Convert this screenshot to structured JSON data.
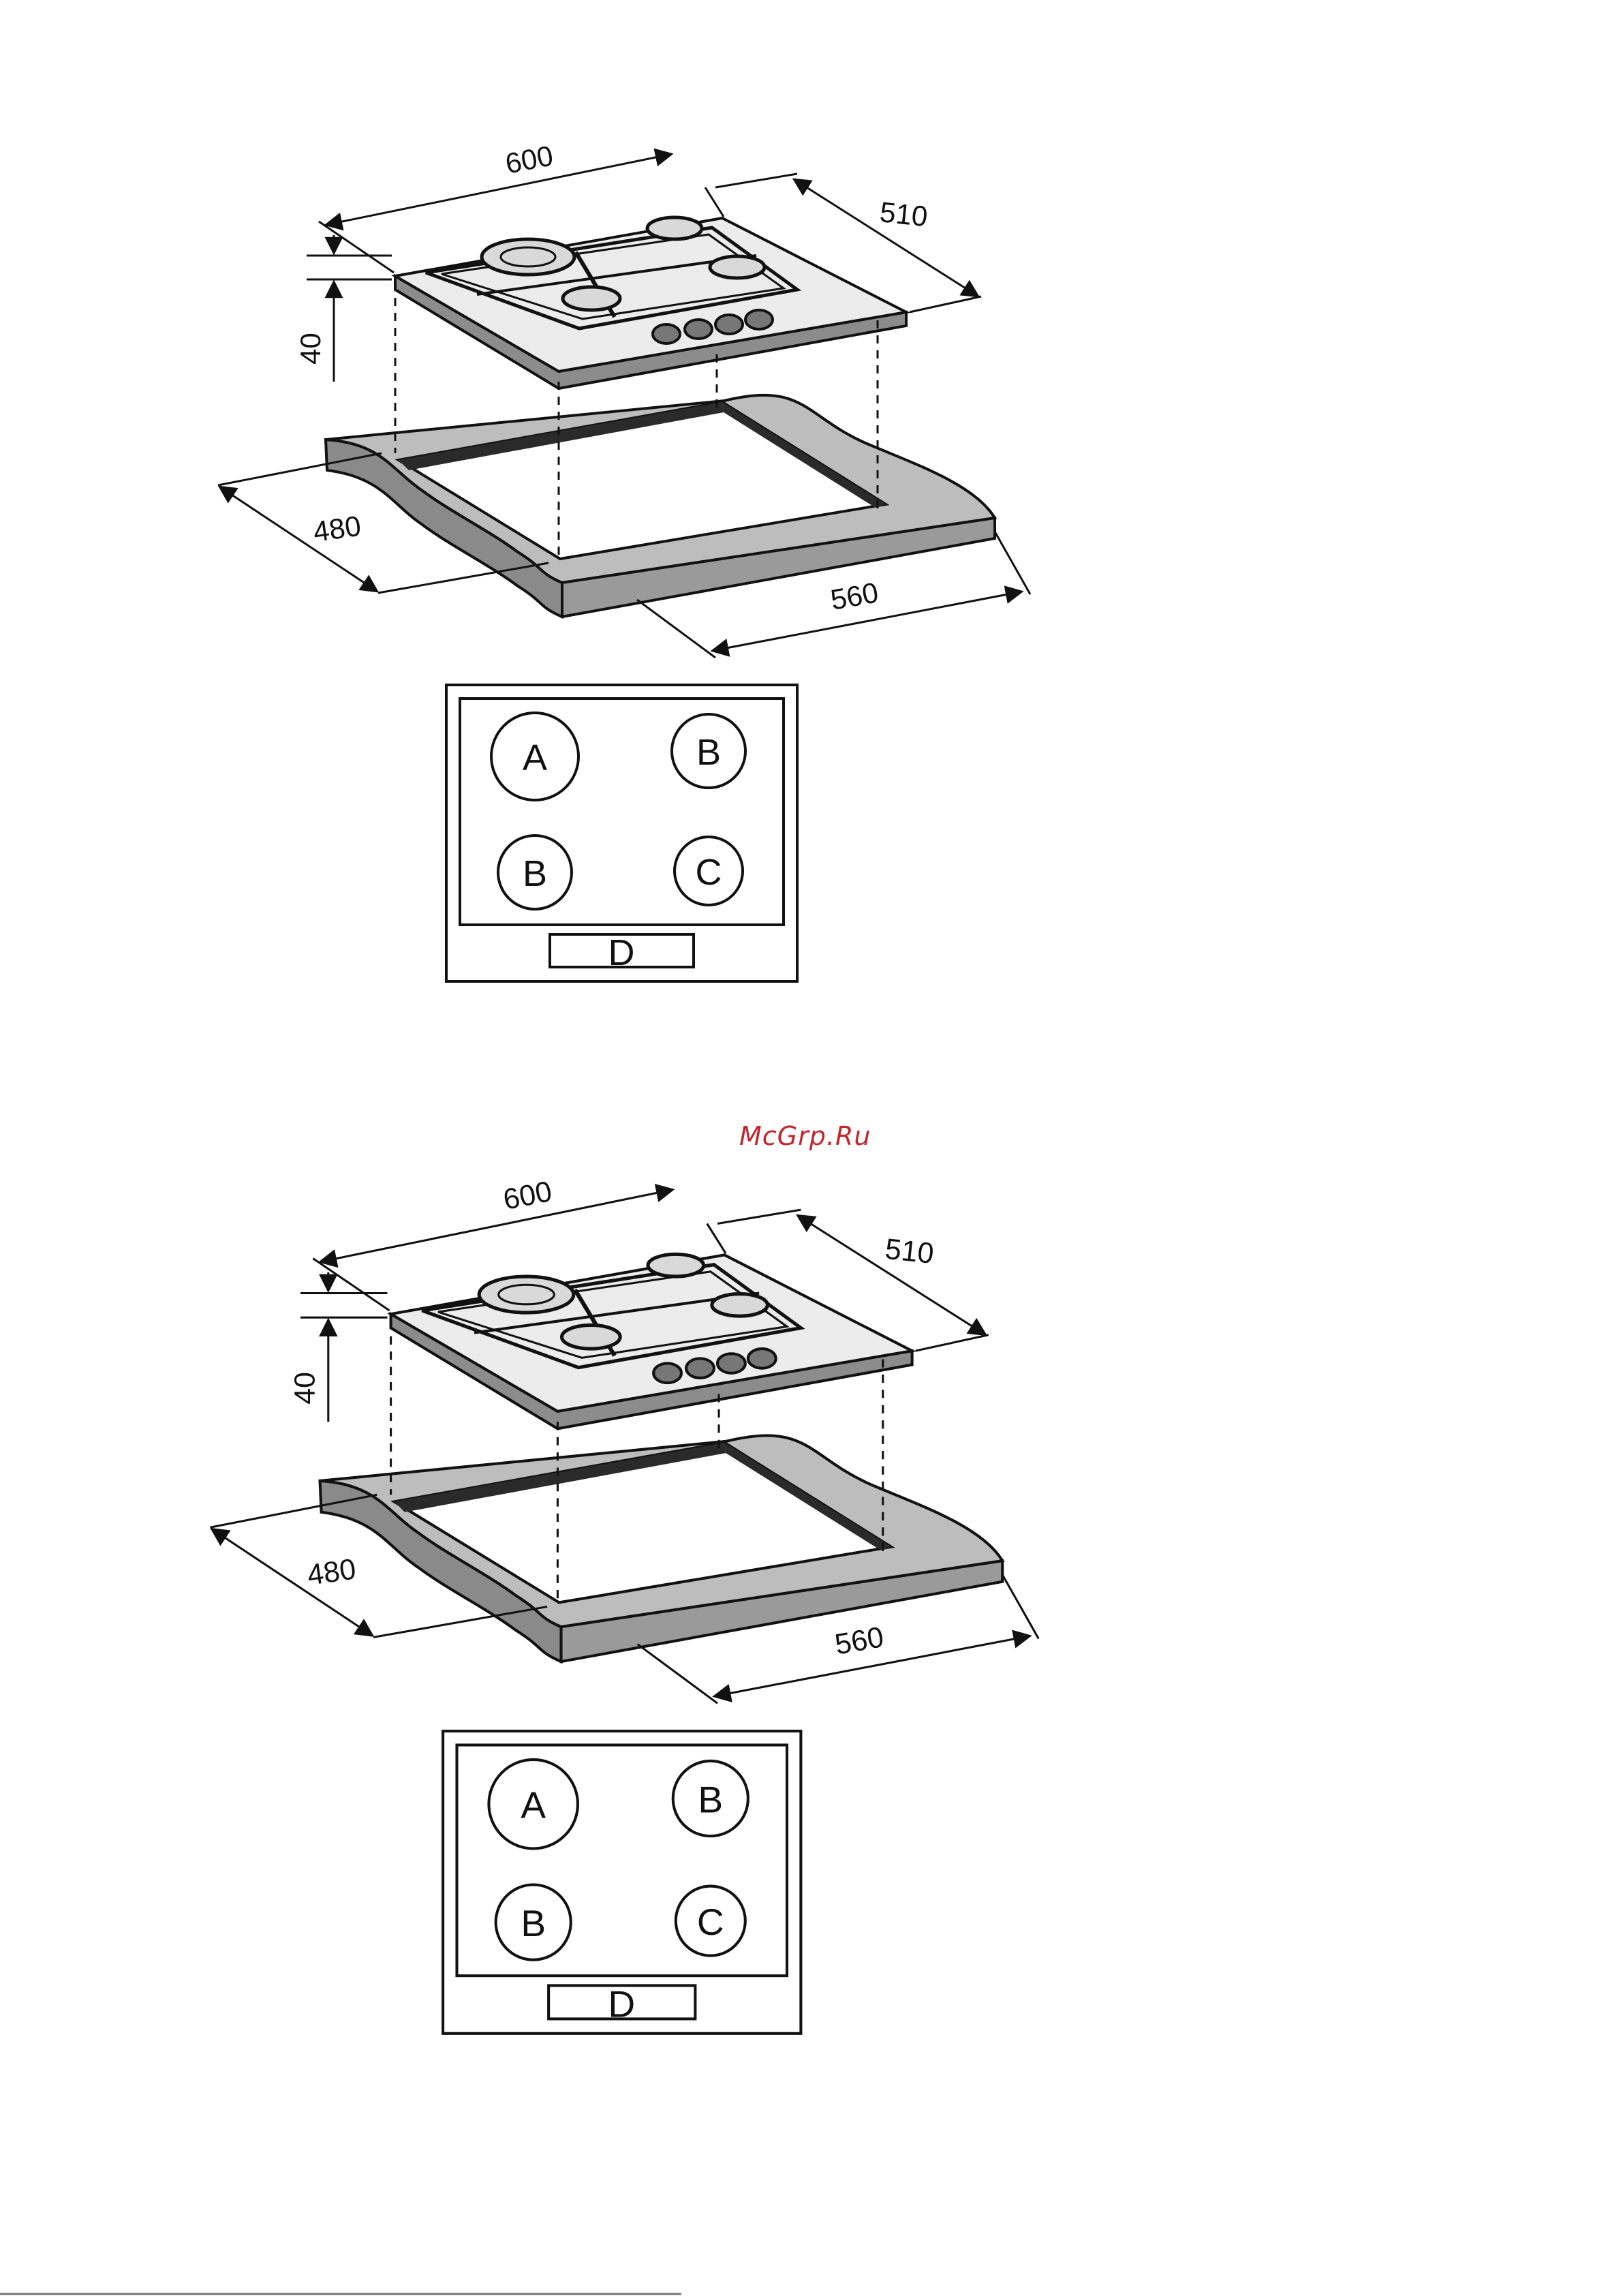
{
  "watermark": "McGrp.Ru",
  "colors": {
    "line": "#111111",
    "counter_fill": "#bdbdbd",
    "cutout_edge": "#2a2a2a",
    "hob_top": "#ececec",
    "hob_side": "#8c8c8c",
    "watermark": "#c1272d"
  },
  "figures": [
    {
      "dimensions": {
        "width": "600",
        "depth": "510",
        "height": "40",
        "cutout_depth": "480",
        "cutout_width": "560"
      },
      "layout": {
        "burner_a": "A",
        "burner_b_top": "B",
        "burner_b_bottom": "B",
        "burner_c": "C",
        "control_panel": "D"
      }
    },
    {
      "dimensions": {
        "width": "600",
        "depth": "510",
        "height": "40",
        "cutout_depth": "480",
        "cutout_width": "560"
      },
      "layout": {
        "burner_a": "A",
        "burner_b_top": "B",
        "burner_b_bottom": "B",
        "burner_c": "C",
        "control_panel": "D"
      }
    }
  ]
}
